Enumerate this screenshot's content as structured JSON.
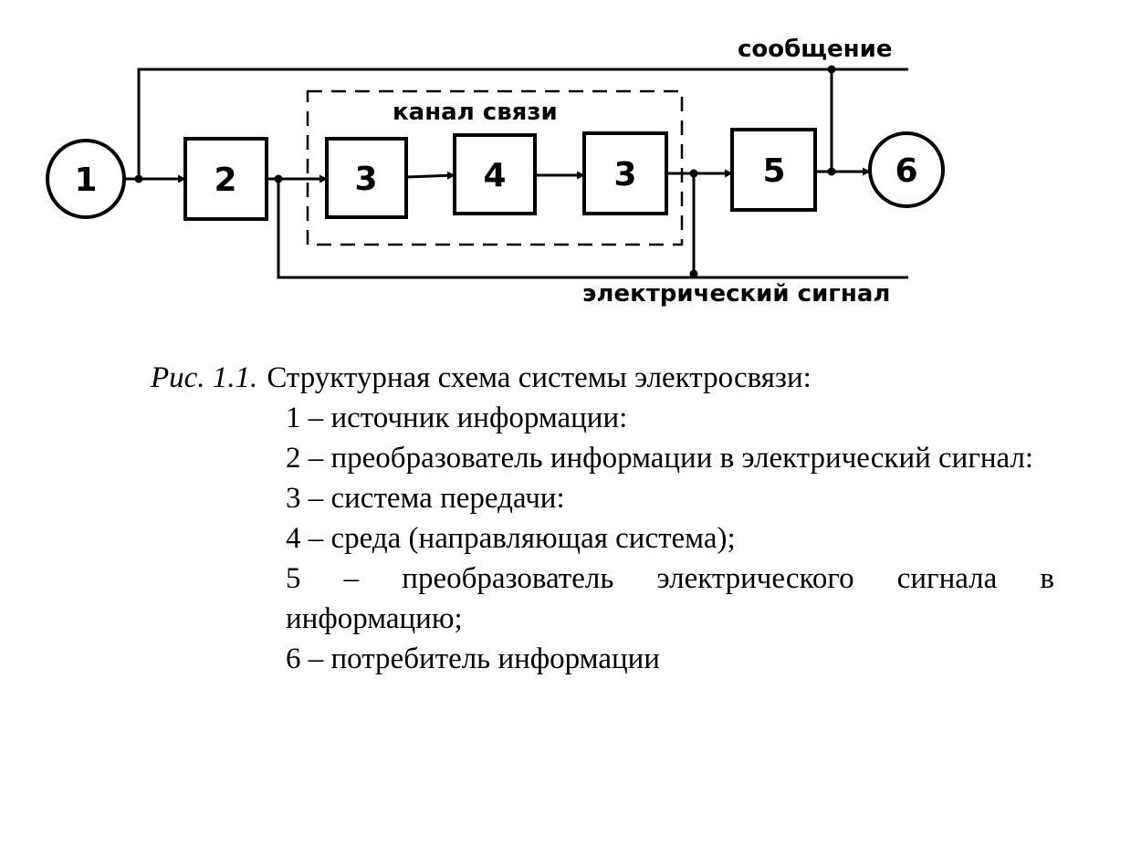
{
  "diagram": {
    "blocks": {
      "source": "1",
      "converter_in": "2",
      "transmit_system_a": "3",
      "medium": "4",
      "transmit_system_b": "3",
      "converter_out": "5",
      "consumer": "6"
    },
    "labels": {
      "message": "сообщение",
      "channel": "канал связи",
      "electric_signal": "электрический сигнал"
    }
  },
  "caption": {
    "fig_label": "Рис. 1.1.",
    "title": "Структурная схема системы электросвязи:",
    "items": [
      "1 – источник информации:",
      "2 – преобразователь информации в электрический сигнал:",
      "3 – система передачи:",
      "4 – среда (направляющая система);",
      "5 – преобразователь электрического сигнала в информацию;",
      "6 – потребитель информации"
    ]
  }
}
